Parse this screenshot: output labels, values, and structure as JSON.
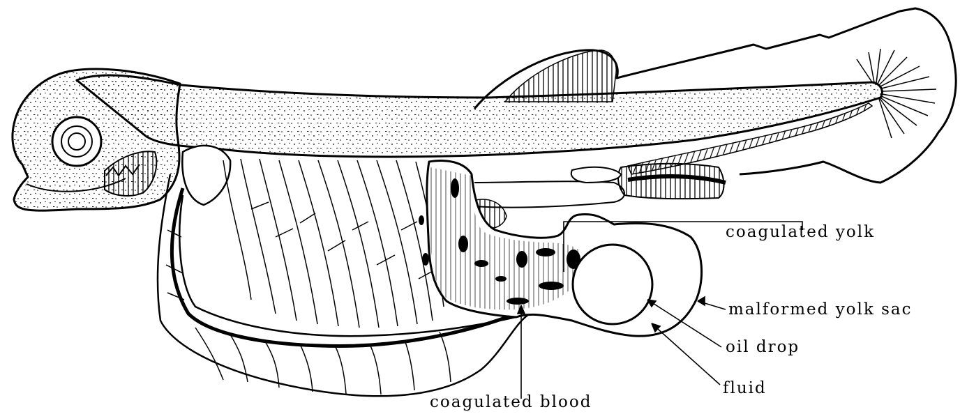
{
  "figure": {
    "labels": {
      "coagulated_yolk": "coagulated yolk",
      "malformed_yolk_sac": "malformed yolk sac",
      "oil_drop": "oil drop",
      "fluid": "fluid",
      "coagulated_blood": "coagulated blood"
    }
  }
}
